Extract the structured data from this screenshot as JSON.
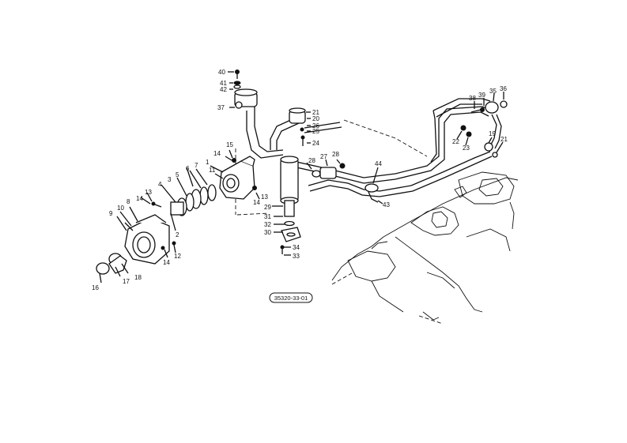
{
  "drawing_code": "35320-33-01",
  "callouts": [
    {
      "key": "40",
      "text": "40"
    },
    {
      "key": "41",
      "text": "41"
    },
    {
      "key": "42",
      "text": "42"
    },
    {
      "key": "37",
      "text": "37"
    },
    {
      "key": "21a",
      "text": "21"
    },
    {
      "key": "20",
      "text": "20"
    },
    {
      "key": "26",
      "text": "26"
    },
    {
      "key": "25",
      "text": "25"
    },
    {
      "key": "24",
      "text": "24"
    },
    {
      "key": "15",
      "text": "15"
    },
    {
      "key": "14a",
      "text": "14"
    },
    {
      "key": "1",
      "text": "1"
    },
    {
      "key": "11",
      "text": "11"
    },
    {
      "key": "7",
      "text": "7"
    },
    {
      "key": "6",
      "text": "6"
    },
    {
      "key": "5",
      "text": "5"
    },
    {
      "key": "3",
      "text": "3"
    },
    {
      "key": "4",
      "text": "4"
    },
    {
      "key": "13a",
      "text": "13"
    },
    {
      "key": "14b",
      "text": "14"
    },
    {
      "key": "8",
      "text": "8"
    },
    {
      "key": "10",
      "text": "10"
    },
    {
      "key": "9",
      "text": "9"
    },
    {
      "key": "2",
      "text": "2"
    },
    {
      "key": "14c",
      "text": "14"
    },
    {
      "key": "12",
      "text": "12"
    },
    {
      "key": "18",
      "text": "18"
    },
    {
      "key": "17",
      "text": "17"
    },
    {
      "key": "16",
      "text": "16"
    },
    {
      "key": "13b",
      "text": "13"
    },
    {
      "key": "14d",
      "text": "14"
    },
    {
      "key": "29",
      "text": "29"
    },
    {
      "key": "31",
      "text": "31"
    },
    {
      "key": "32",
      "text": "32"
    },
    {
      "key": "30",
      "text": "30"
    },
    {
      "key": "34",
      "text": "34"
    },
    {
      "key": "33",
      "text": "33"
    },
    {
      "key": "28a",
      "text": "28"
    },
    {
      "key": "27",
      "text": "27"
    },
    {
      "key": "28b",
      "text": "28"
    },
    {
      "key": "44",
      "text": "44"
    },
    {
      "key": "43",
      "text": "43"
    },
    {
      "key": "38",
      "text": "38"
    },
    {
      "key": "39",
      "text": "39"
    },
    {
      "key": "35",
      "text": "35"
    },
    {
      "key": "36",
      "text": "36"
    },
    {
      "key": "22",
      "text": "22"
    },
    {
      "key": "23",
      "text": "23"
    },
    {
      "key": "19",
      "text": "19"
    },
    {
      "key": "21b",
      "text": "21"
    }
  ]
}
